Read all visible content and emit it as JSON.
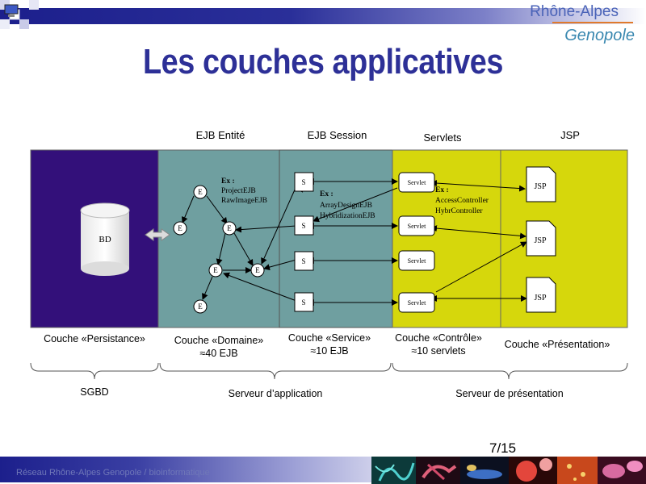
{
  "brand": {
    "line1": "Rhône-Alpes",
    "line2": "Genopole"
  },
  "title": "Les couches applicatives",
  "columns": [
    "EJB Entité",
    "EJB Session",
    "Servlets",
    "JSP"
  ],
  "layers": {
    "bd_label": "BD",
    "entity_node": "E",
    "session_node": "S",
    "servlet_node": "Servlet",
    "jsp_node": "JSP",
    "examples": {
      "entity": {
        "ex": "Ex :",
        "lines": [
          "ProjectEJB",
          "RawImageEJB"
        ]
      },
      "session": {
        "ex": "Ex :",
        "lines": [
          "ArrayDesignEJB",
          "HybridizationEJB"
        ]
      },
      "servlet": {
        "ex": "Ex :",
        "lines": [
          "AccessController",
          "HybrController"
        ]
      }
    }
  },
  "layer_labels": {
    "persistance": "Couche «Persistance»",
    "domaine": "Couche «Domaine»",
    "domaine_count": "≈40 EJB",
    "service": "Couche «Service»",
    "service_count": "≈10 EJB",
    "controle": "Couche «Contrôle»",
    "controle_count": "≈10 servlets",
    "presentation": "Couche «Présentation»"
  },
  "groups": {
    "sgbd": "SGBD",
    "app_server": "Serveur d’application",
    "presentation_server": "Serveur de présentation"
  },
  "footer": {
    "text": "Réseau Rhône-Alpes Genopole / bioinformatique",
    "page": "7/15"
  },
  "colors": {
    "persistance": "#33107a",
    "domaine": "#6f9fa0",
    "controle": "#d6d70c",
    "title": "#2d3097"
  }
}
